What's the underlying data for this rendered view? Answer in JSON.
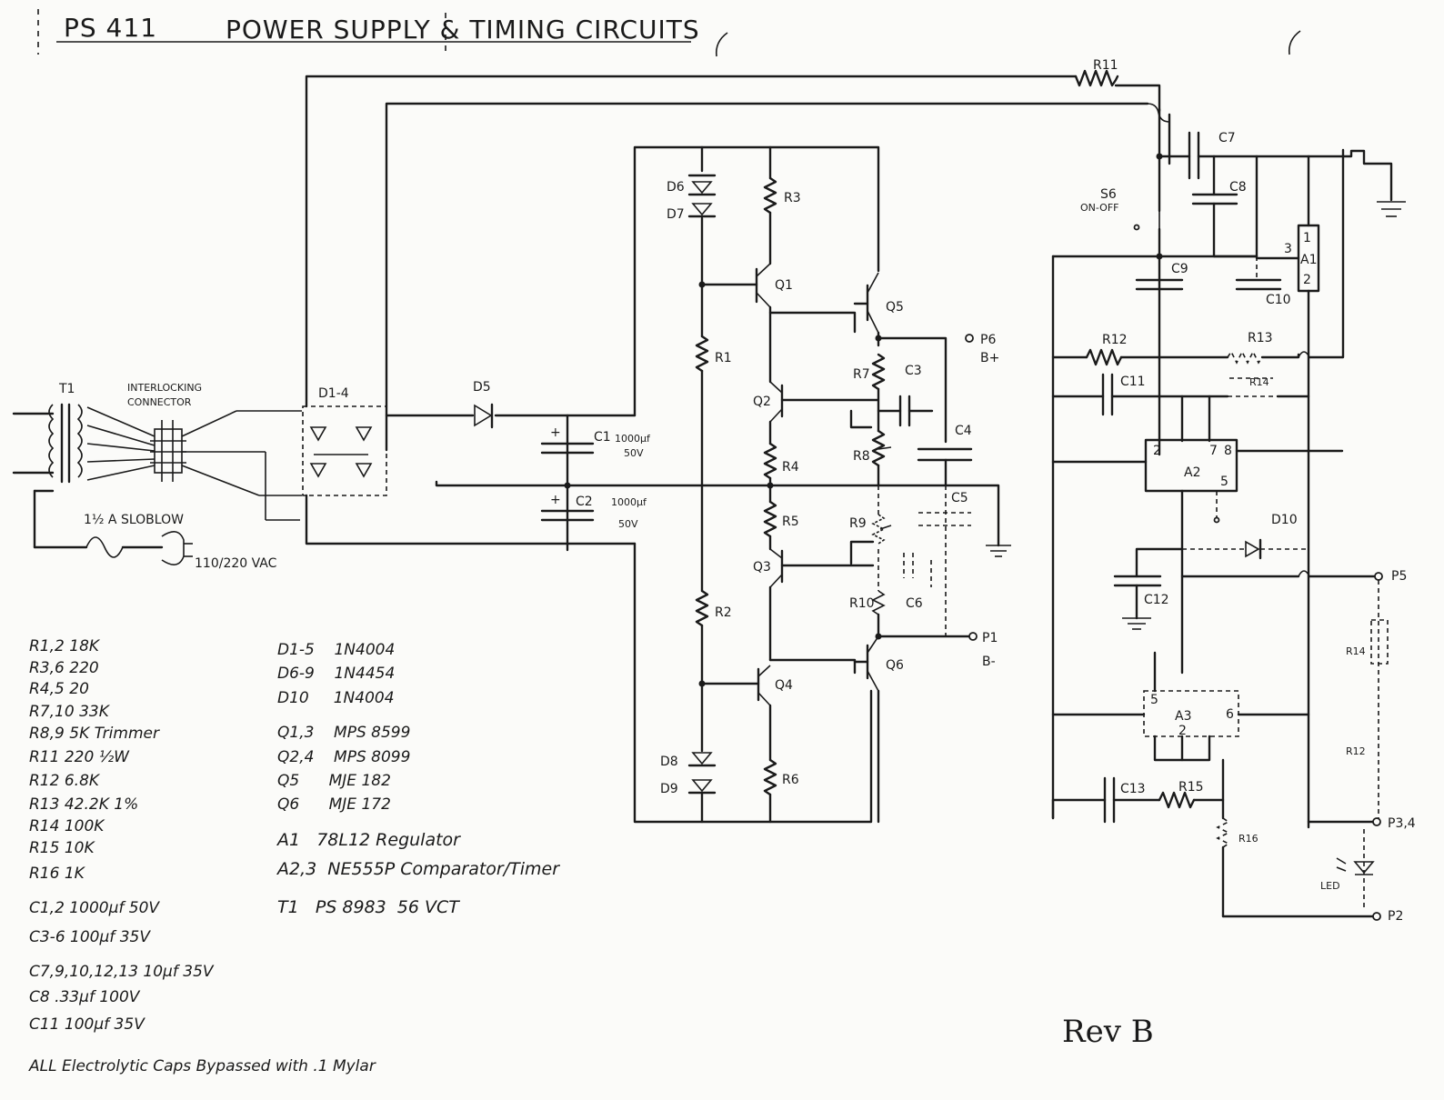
{
  "title": {
    "model": "PS 411",
    "name": "POWER SUPPLY & TIMING CIRCUITS"
  },
  "revision": "Rev B",
  "labels": {
    "T1": "T1",
    "connector": [
      "INTERLOCKING",
      "CONNECTOR"
    ],
    "D14": "D1-4",
    "D5": "D5",
    "fuse": "1½ A SLOBLOW",
    "mains": "110/220 VAC",
    "C1": "C1",
    "C1val": [
      "1000µf",
      "50V"
    ],
    "C2": "C2",
    "C2val": [
      "1000µf",
      "50V"
    ],
    "D6": "D6",
    "D7": "D7",
    "D8": "D8",
    "D9": "D9",
    "D10": "D10",
    "R1": "R1",
    "R2": "R2",
    "R3": "R3",
    "R4": "R4",
    "R5": "R5",
    "R6": "R6",
    "R7": "R7",
    "R8": "R8",
    "R9": "R9",
    "R10": "R10",
    "R11": "R11",
    "R12": "R12",
    "R13": "R13",
    "R14": "R14",
    "R15": "R15",
    "R16": "R16",
    "Q1": "Q1",
    "Q2": "Q2",
    "Q3": "Q3",
    "Q4": "Q4",
    "Q5": "Q5",
    "Q6": "Q6",
    "C3": "C3",
    "C4": "C4",
    "C5": "C5",
    "C6": "C6",
    "C7": "C7",
    "C8": "C8",
    "C9": "C9",
    "C10": "C10",
    "C11": "C11",
    "C12": "C12",
    "C13": "C13",
    "S6": "S6",
    "S6sub": "ON-OFF",
    "A1": "A1",
    "A2": "A2",
    "A3": "A3",
    "P1": "P1",
    "P1sub": "B-",
    "P5": "P5",
    "P3": "P3,4",
    "P2": "P2",
    "Bplus": [
      "P6",
      "B+"
    ],
    "LED": "LED",
    "pin1": "1",
    "pin2": "2",
    "pin3": "3",
    "pin5": "5",
    "pin6": "6",
    "pin7": "7",
    "pin8": "8"
  },
  "bom_left": [
    "R1,2  18K",
    "R3,6  220",
    "R4,5  20",
    "R7,10  33K",
    "R8,9  5K Trimmer",
    "R11  220 ½W",
    "R12  6.8K",
    "R13  42.2K 1%",
    "R14  100K",
    "R15  10K",
    "R16  1K",
    "C1,2  1000µf 50V",
    "C3-6  100µf 35V",
    "C7,9,10,12,13  10µf 35V",
    "C8  .33µf 100V",
    "C11  100µf 35V"
  ],
  "bom_right": [
    "D1-5    1N4004",
    "D6-9    1N4454",
    "D10     1N4004",
    "Q1,3    MPS 8599",
    "Q2,4    MPS 8099",
    "Q5      MJE 182",
    "Q6      MJE 172"
  ],
  "bom_ics": [
    "A1   78L12 Regulator",
    "A2,3  NE555P Comparator/Timer",
    "T1   PS 8983  56 VCT"
  ],
  "footnote": "ALL Electrolytic Caps Bypassed with .1 Mylar"
}
